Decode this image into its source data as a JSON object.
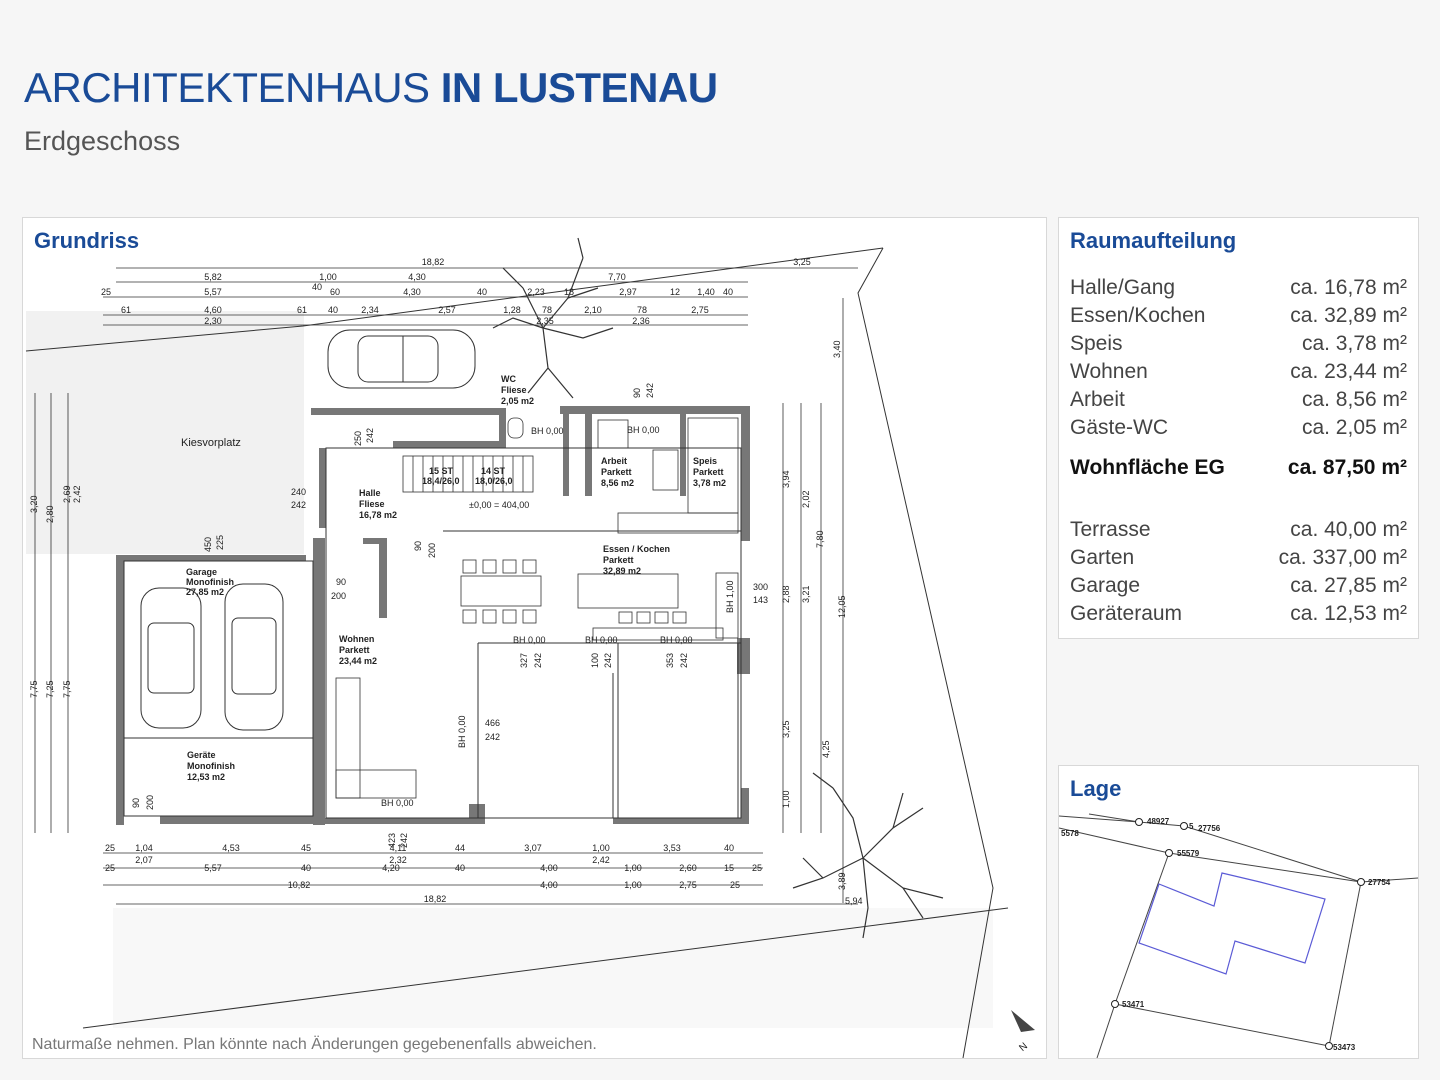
{
  "header": {
    "title_light": "ARCHITEKTENHAUS",
    "title_bold": "IN LUSTENAU",
    "subtitle": "Erdgeschoss"
  },
  "plan": {
    "heading": "Grundriss",
    "note": "Naturmaße nehmen. Plan könnte nach Änderungen gegebenenfalls abweichen.",
    "room_labels": {
      "kiesvorplatz": "Kiesvorplatz",
      "wc_1": "WC",
      "wc_2": "Fliese",
      "wc_3": "2,05 m2",
      "halle_1": "Halle",
      "halle_2": "Fliese",
      "halle_3": "16,78 m2",
      "arbeit_1": "Arbeit",
      "arbeit_2": "Parkett",
      "arbeit_3": "8,56 m2",
      "speis_1": "Speis",
      "speis_2": "Parkett",
      "speis_3": "3,78 m2",
      "essen_1": "Essen / Kochen",
      "essen_2": "Parkett",
      "essen_3": "32,89 m2",
      "garage_1": "Garage",
      "garage_2": "Monofinish",
      "garage_3": "27,85 m2",
      "wohnen_1": "Wohnen",
      "wohnen_2": "Parkett",
      "wohnen_3": "23,44 m2",
      "geraete_1": "Geräte",
      "geraete_2": "Monofinish",
      "geraete_3": "12,53 m2",
      "stair_1": "15 ST",
      "stair_1b": "18,4/26,0",
      "stair_2": "14 ST",
      "stair_2b": "18,0/26,0",
      "level": "±0,00 = 404,00",
      "bh_1": "BH 0,00",
      "bh_2": "BH 0,00",
      "bh_3": "BH 0,00",
      "bh_4": "BH 0,00",
      "bh_5": "BH 0,00",
      "bh_6": "BH 0,00",
      "bh_7": "BH 0,00",
      "bh_8": "BH 1,00"
    },
    "dimensions": {
      "top_1": "18,82",
      "top_2": "3,25",
      "top_3": "5,82",
      "top_4": "1,00",
      "top_5": "4,30",
      "top_6": "7,70",
      "top_7": "25",
      "top_8": "5,57",
      "top_9": "40",
      "top_10": "60",
      "top_11": "4,30",
      "top_12": "40",
      "top_13": "2,23",
      "top_14": "18",
      "top_15": "2,97",
      "top_16": "12",
      "top_17": "1,40",
      "top_18": "40",
      "top_19": "61",
      "top_20": "4,60",
      "top_21": "61",
      "top_22": "40",
      "top_23": "2,34",
      "top_24": "2,57",
      "top_25": "1,28",
      "top_26": "78",
      "top_27": "2,10",
      "top_28": "78",
      "top_29": "2,75",
      "top_30": "2,30",
      "top_31": "2,35",
      "top_32": "2,36",
      "bot_1": "25",
      "bot_2": "1,04",
      "bot_3": "4,53",
      "bot_4": "45",
      "bot_5": "4,11",
      "bot_6": "44",
      "bot_7": "3,07",
      "bot_8": "1,00",
      "bot_9": "3,53",
      "bot_10": "40",
      "bot_11": "2,07",
      "bot_12": "2,32",
      "bot_13": "2,42",
      "bot_14": "25",
      "bot_15": "5,57",
      "bot_16": "40",
      "bot_17": "4,20",
      "bot_18": "40",
      "bot_19": "4,00",
      "bot_20": "1,00",
      "bot_21": "2,60",
      "bot_22": "15",
      "bot_23": "25",
      "bot_24": "10,82",
      "bot_25": "4,00",
      "bot_26": "1,00",
      "bot_27": "2,75",
      "bot_28": "25",
      "bot_29": "18,82",
      "left_1": "3,20",
      "left_2": "2,80",
      "left_3": "2,69",
      "left_4": "2,42",
      "left_5": "7,75",
      "left_6": "7,25",
      "left_7": "7,75",
      "right_1": "3,40",
      "right_2": "7,80",
      "right_3": "12,05",
      "right_4": "3,94",
      "right_5": "2,02",
      "right_6": "3,25",
      "right_7": "4,25",
      "right_8": "1,00",
      "right_9": "3,89",
      "right_10": "5,94",
      "right_11": "2,88",
      "right_12": "3,21",
      "in_1": "300",
      "in_2": "143",
      "in_3": "466",
      "in_4": "242",
      "in_5": "240",
      "in_6": "242",
      "in_7": "250",
      "in_8": "242",
      "in_9": "450",
      "in_10": "225",
      "in_11": "90",
      "in_12": "200",
      "in_13": "90",
      "in_14": "200",
      "in_15": "327",
      "in_16": "242",
      "in_17": "100",
      "in_18": "242",
      "in_19": "353",
      "in_20": "242",
      "in_21": "90",
      "in_22": "242",
      "in_23": "90",
      "in_24": "200",
      "in_25": "423",
      "in_26": "242"
    }
  },
  "rooms": {
    "heading": "Raumaufteilung",
    "items": [
      {
        "name": "Halle/Gang",
        "area": "ca. 16,78 m²"
      },
      {
        "name": "Essen/Kochen",
        "area": "ca. 32,89 m²"
      },
      {
        "name": "Speis",
        "area": "ca. 3,78 m²"
      },
      {
        "name": "Wohnen",
        "area": "ca. 23,44 m²"
      },
      {
        "name": "Arbeit",
        "area": "ca. 8,56 m²"
      },
      {
        "name": "Gäste-WC",
        "area": "ca. 2,05 m²"
      }
    ],
    "total": {
      "name": "Wohnfläche EG",
      "area": "ca. 87,50 m²"
    },
    "extras": [
      {
        "name": "Terrasse",
        "area": "ca. 40,00 m²"
      },
      {
        "name": "Garten",
        "area": "ca. 337,00 m²"
      },
      {
        "name": "Garage",
        "area": "ca. 27,85 m²"
      },
      {
        "name": "Geräteraum",
        "area": "ca. 12,53 m²"
      }
    ]
  },
  "lage": {
    "heading": "Lage",
    "parcels": {
      "p1": "5578",
      "p2": "48927",
      "p3": "5",
      "p4": "27756",
      "p5": "55579",
      "p6": "27754",
      "p7": "53471",
      "p8": "53473"
    }
  },
  "colors": {
    "brand_blue": "#1a4b97",
    "outline_purple": "#5b5bd6"
  },
  "icons": [
    "north-arrow-icon"
  ]
}
